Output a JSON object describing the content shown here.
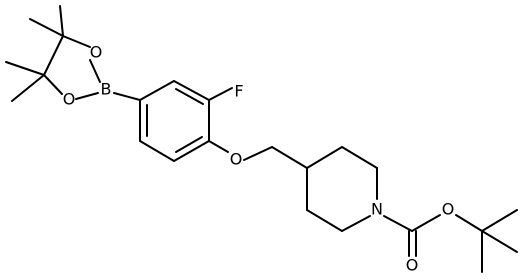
{
  "molecule": {
    "atoms": {
      "fluorine": "F",
      "ether_oxygen": "O",
      "boron": "B",
      "boronate_oxygen_top": "O",
      "boronate_oxygen_bottom": "O",
      "piperidine_nitrogen": "N",
      "carbamate_ester_oxygen": "O",
      "carbonyl_oxygen": "O"
    }
  }
}
